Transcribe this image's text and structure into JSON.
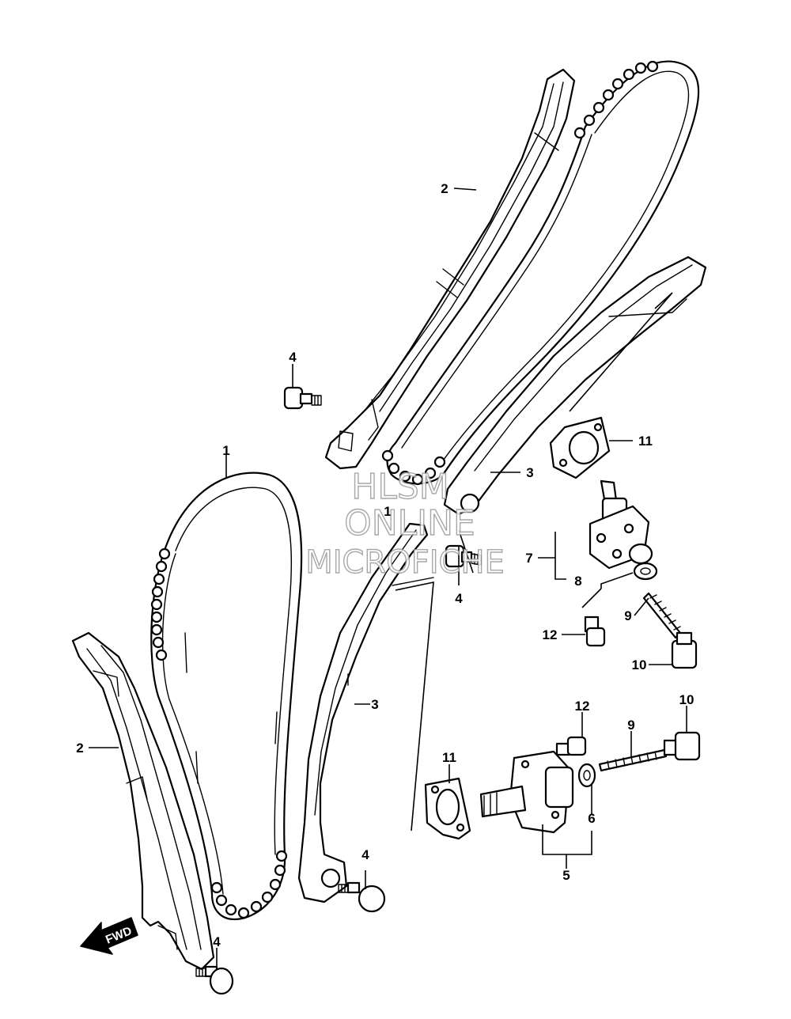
{
  "watermark": {
    "line1": "HLSM",
    "line2": "ONLINE",
    "line3": "MICROFICHE"
  },
  "direction_arrow": {
    "label": "FWD"
  },
  "callouts": {
    "chain_upper": "1",
    "chain_lower": "1",
    "guide_upper": "2",
    "guide_lower": "2",
    "tensioner_arm_upper": "3",
    "tensioner_arm_lower": "3",
    "bolt_upper_left": "4",
    "bolt_upper_center": "4",
    "bolt_lower_center": "4",
    "bolt_lower_left": "4",
    "adjuster_assy_lower": "5",
    "washer_lower": "6",
    "adjuster_assy_upper": "7",
    "washer_upper": "8",
    "spring_upper": "9",
    "spring_lower": "9",
    "cap_bolt_upper": "10",
    "cap_bolt_lower": "10",
    "gasket_upper": "11",
    "gasket_lower": "11",
    "bolt_12_upper": "12",
    "bolt_12_lower": "12"
  }
}
